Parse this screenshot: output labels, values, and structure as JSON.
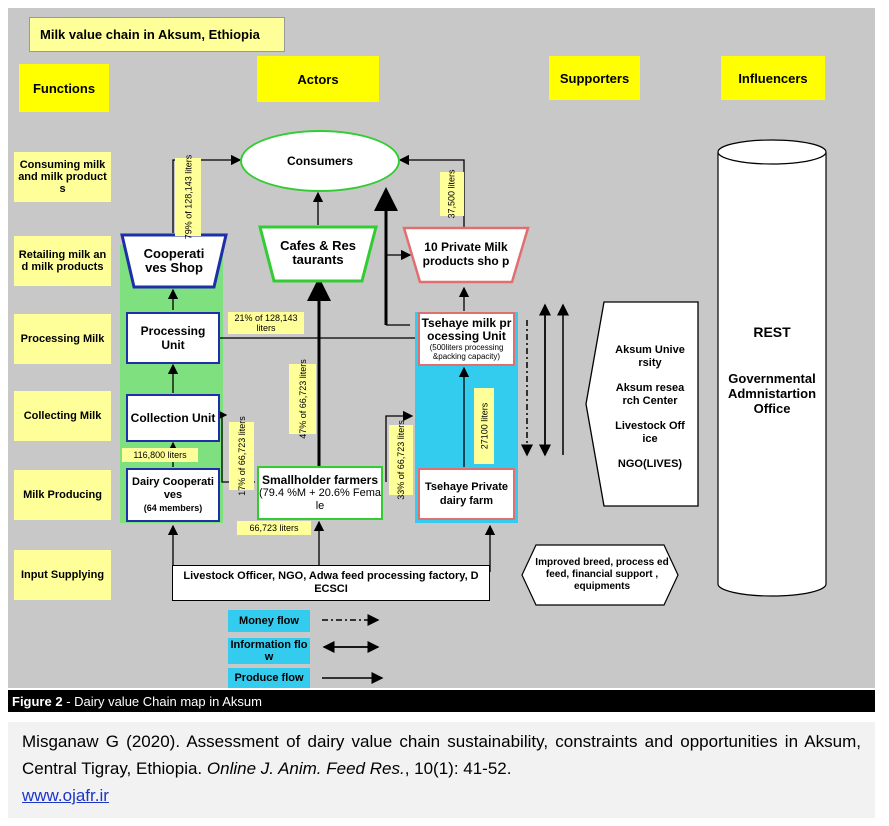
{
  "title": "Milk value chain in Aksum, Ethiopia",
  "headers": {
    "functions": "Functions",
    "actors": "Actors",
    "supporters": "Supporters",
    "influencers": "Influencers"
  },
  "functions": [
    "Consuming milk and milk product s",
    "Retailing milk an d milk products",
    "Processing Milk",
    "Collecting Milk",
    "Milk Producing",
    "Input Supplying"
  ],
  "actors": {
    "consumers": "Consumers",
    "coop_shop": "Cooperati ves Shop",
    "cafes": "Cafes & Res taurants",
    "private_shop": "10 Private Milk products sho p",
    "processing_unit": "Processing Unit",
    "collection_unit": "Collection Unit",
    "dairy_coop": "Dairy Cooperati ves",
    "dairy_coop_members": "(64 members)",
    "smallholder": "Smallholder farmers",
    "smallholder_detail": "(79.4 %M + 20.6% Fema le",
    "tsehaye_unit": "Tsehaye milk pr ocessing Unit",
    "tsehaye_unit_detail": "(500liters processing &packing capacity)",
    "tsehaye_farm": "Tsehaye Private dairy farm",
    "inputs": "Livestock Officer, NGO, Adwa feed processing factory, D ECSCI"
  },
  "flows": {
    "coop_to_consumers": "79% of 128,143 liters",
    "processing_to_consumers": "21% of 128,143 liters",
    "private_to_consumers": "37,500 liters",
    "smallholder_to_processing": "47% of 66,723 liters",
    "smallholder_to_coop": "17% of 66,723 liters",
    "smallholder_to_tsehaye": "33% of 66,723 liters",
    "dairy_to_collection": "116,800 liters",
    "smallholder_total": "66,723 liters",
    "tsehaye_farm_to_unit": "27100 liters"
  },
  "supporters": {
    "list": [
      "Aksum Unive rsity",
      "Aksum resea rch Center",
      "Livestock Off ice",
      "NGO(LIVES)"
    ],
    "inputs": "Improved breed, process ed feed, financial support , equipments"
  },
  "influencers": {
    "rest": "REST",
    "gov": "Governmental Admnistartion Office"
  },
  "legend": {
    "money": "Money flow",
    "information": "Information flo w",
    "produce": "Produce flow"
  },
  "caption": {
    "label": "Figure 2",
    "text": " - Dairy value Chain map in Aksum"
  },
  "citation": {
    "text": "Misganaw G (2020). Assessment of dairy value chain sustainability, constraints and opportunities in Aksum, Central Tigray, Ethiopia. ",
    "journal": "Online J. Anim. Feed Res.",
    "details": ", 10(1): 41-52.",
    "url": "www.ojafr.ir"
  },
  "colors": {
    "background": "#c8c8c8",
    "yellow": "#ffff00",
    "light_yellow": "#ffff99",
    "green_zone": "#7fe07f",
    "cyan_zone": "#33ccee",
    "blue": "#1f2fa8",
    "green": "#33cc33",
    "pink": "#e07070"
  }
}
